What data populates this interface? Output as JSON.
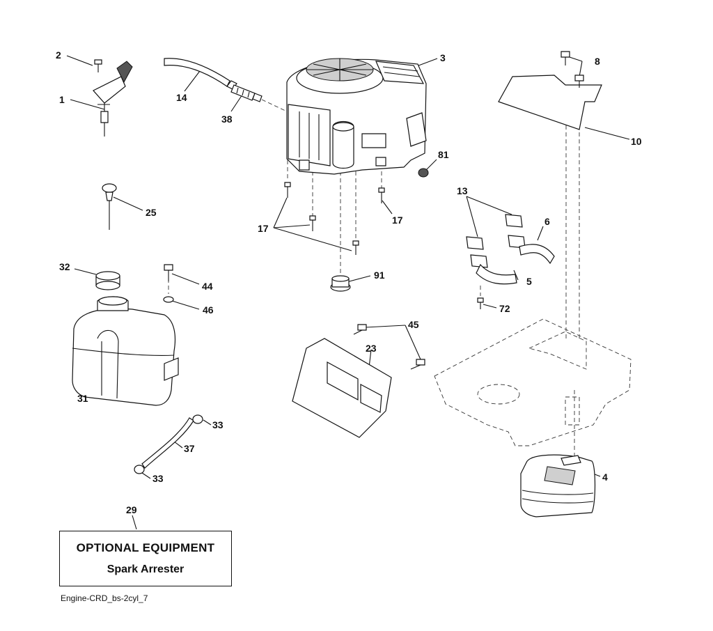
{
  "callouts": [
    "1",
    "2",
    "3",
    "4",
    "5",
    "6",
    "8",
    "10",
    "13",
    "14",
    "17",
    "17",
    "23",
    "25",
    "29",
    "31",
    "32",
    "33",
    "33",
    "37",
    "38",
    "44",
    "45",
    "46",
    "72",
    "81",
    "91"
  ],
  "optional_box": {
    "title": "OPTIONAL EQUIPMENT",
    "subtitle": "Spark Arrester"
  },
  "caption": "Engine-CRD_bs-2cyl_7"
}
